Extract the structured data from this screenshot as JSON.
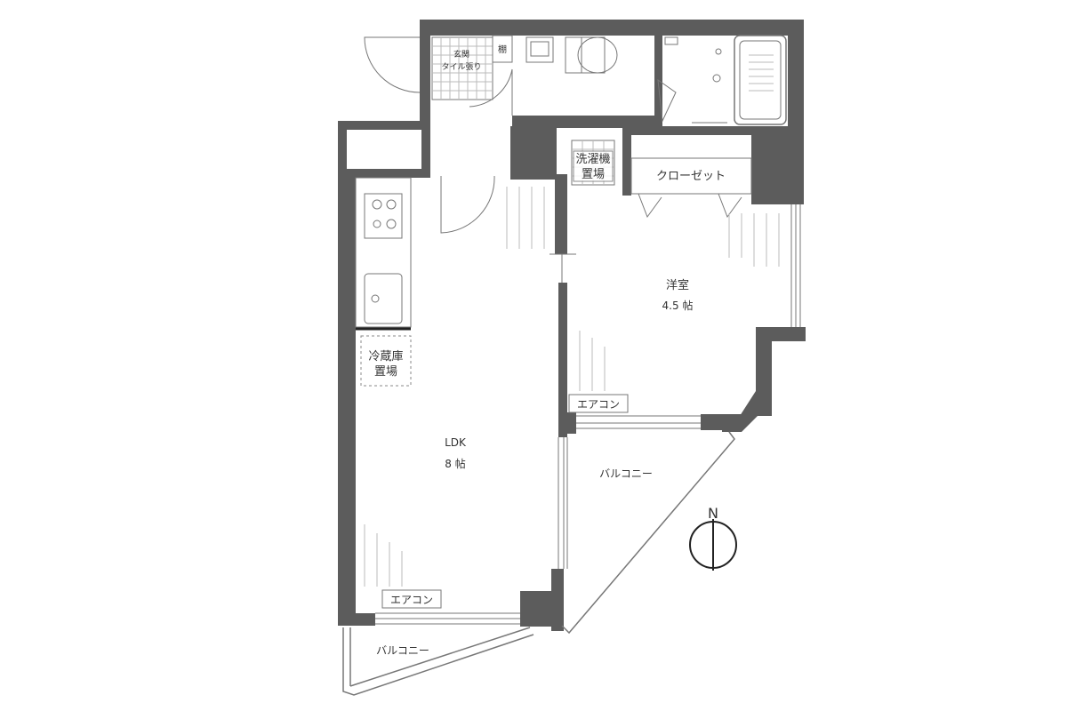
{
  "rooms": {
    "entrance_line1": "玄関",
    "entrance_line2": "タイル張り",
    "shelf": "棚",
    "washer_line1": "洗濯機",
    "washer_line2": "置場",
    "closet": "クローゼット",
    "western_name": "洋室",
    "western_size": "4.5 帖",
    "ldk_name": "LDK",
    "ldk_size": "8 帖",
    "fridge_line1": "冷蔵庫",
    "fridge_line2": "置場",
    "aircon_top": "エアコン",
    "aircon_bottom": "エアコン",
    "balcony_right": "バルコニー",
    "balcony_bottom": "バルコニー"
  },
  "compass": {
    "label": "N",
    "icon": "north-arrow-icon"
  },
  "colors": {
    "wall": "#5c5c5c",
    "line": "#777777"
  }
}
